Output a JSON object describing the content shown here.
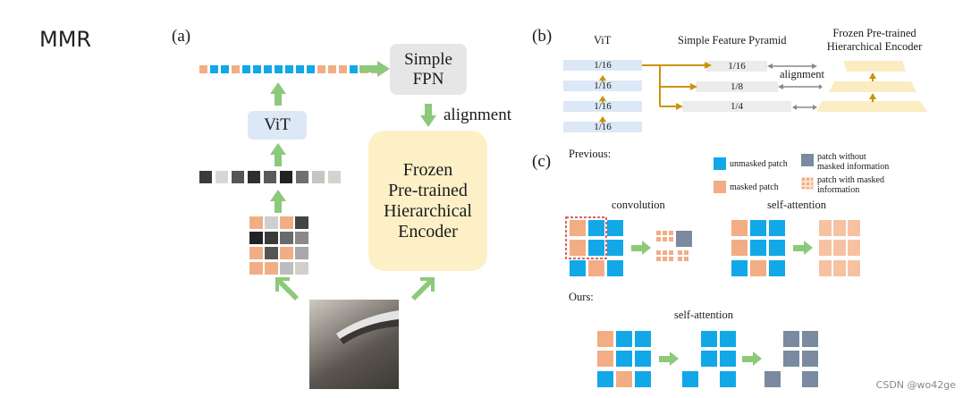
{
  "logo_text": "MMR",
  "panel_a": {
    "label": "(a)",
    "fpn_line1": "Simple",
    "fpn_line2": "FPN",
    "vit": "ViT",
    "alignment": "alignment",
    "encoder_lines": [
      "Frozen",
      "Pre-trained",
      "Hierarchical",
      "Encoder"
    ]
  },
  "panel_b": {
    "label": "(b)",
    "vit": "ViT",
    "sfp": "Simple Feature Pyramid",
    "enc_line1": "Frozen Pre-trained",
    "enc_line2": "Hierarchical Encoder",
    "vit_scales": [
      "1/16",
      "1/16",
      "1/16",
      "1/16"
    ],
    "pyramid_scales": [
      "1/16",
      "1/8",
      "1/4"
    ],
    "alignment": "alignment"
  },
  "panel_c": {
    "label": "(c)",
    "previous": "Previous:",
    "ours": "Ours:",
    "convolution": "convolution",
    "self_attention": "self-attention",
    "legend": {
      "unmasked": "unmasked patch",
      "masked": "masked patch",
      "without_line1": "patch without",
      "without_line2": "masked information",
      "with_line1": "patch with masked",
      "with_line2": "information"
    }
  },
  "colors": {
    "blue": "#12a8e8",
    "orange": "#f2ad84",
    "slate": "#7b8aa0",
    "green": "#8cc97a",
    "arrow_gold": "#c9940a"
  },
  "watermark": "CSDN @wo42ge"
}
